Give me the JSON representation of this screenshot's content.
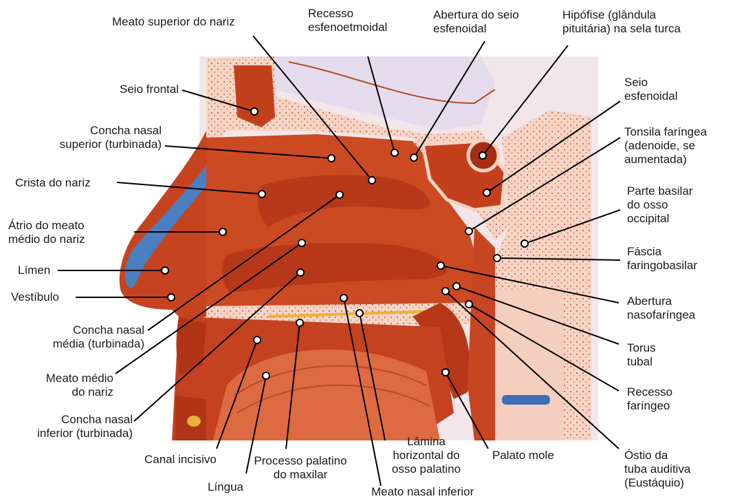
{
  "labels": {
    "meato_superior": [
      "Meato superior do nariz"
    ],
    "recesso_esfenoetmoidal": [
      "Recesso",
      "esfenoetmoidal"
    ],
    "abertura_seio_esfenoidal": [
      "Abertura do seio",
      "esfenoidal"
    ],
    "hipofise": [
      "Hipófise (glândula",
      "pituitária) na sela turca"
    ],
    "seio_frontal": [
      "Seio frontal"
    ],
    "seio_esfenoidal": [
      "Seio",
      "esfenoidal"
    ],
    "concha_superior": [
      "Concha nasal",
      "superior (turbinada)"
    ],
    "tonsila_faringea": [
      "Tonsila faríngea",
      "(adenoide, se",
      "aumentada)"
    ],
    "crista_nariz": [
      "Crista do nariz"
    ],
    "parte_basilar": [
      "Parte basilar",
      "do osso",
      "occipital"
    ],
    "atrio_meato": [
      "Átrio do meato",
      "médio do nariz"
    ],
    "fascia": [
      "Fáscia",
      "faringobasilar"
    ],
    "limen": [
      "Límen"
    ],
    "vestibulo": [
      "Vestíbulo"
    ],
    "abertura_nasofaringea": [
      "Abertura",
      "nasofaríngea"
    ],
    "concha_media": [
      "Concha nasal",
      "média (turbinada)"
    ],
    "torus_tubal": [
      "Torus",
      "tubal"
    ],
    "meato_medio": [
      "Meato médio",
      "do nariz"
    ],
    "recesso_faringeo": [
      "Recesso",
      "faríngeo"
    ],
    "concha_inferior": [
      "Concha nasal",
      "inferior (turbinada)"
    ],
    "lamina_horizontal": [
      "Lâmina",
      "horizontal do",
      "osso palatino"
    ],
    "palato_mole": [
      "Palato mole"
    ],
    "ostio_tuba": [
      "Óstio da",
      "tuba auditiva",
      "(Eustáquio)"
    ],
    "canal_incisivo": [
      "Canal incisivo"
    ],
    "processo_palatino": [
      "Processo palatino",
      "do maxilar"
    ],
    "lingua": [
      "Língua"
    ],
    "meato_inferior": [
      "Meato nasal inferior"
    ]
  },
  "colors": {
    "tissue": "#c8401e",
    "tissue_dark": "#9b2a12",
    "bone": "#f5d2c4",
    "bone_dots": "#d45a38",
    "brain": "#e6e0ee",
    "cartilage": "#4a7fc1",
    "fat": "#e8b23a",
    "line": "#000000",
    "text": "#1a1a1a"
  }
}
